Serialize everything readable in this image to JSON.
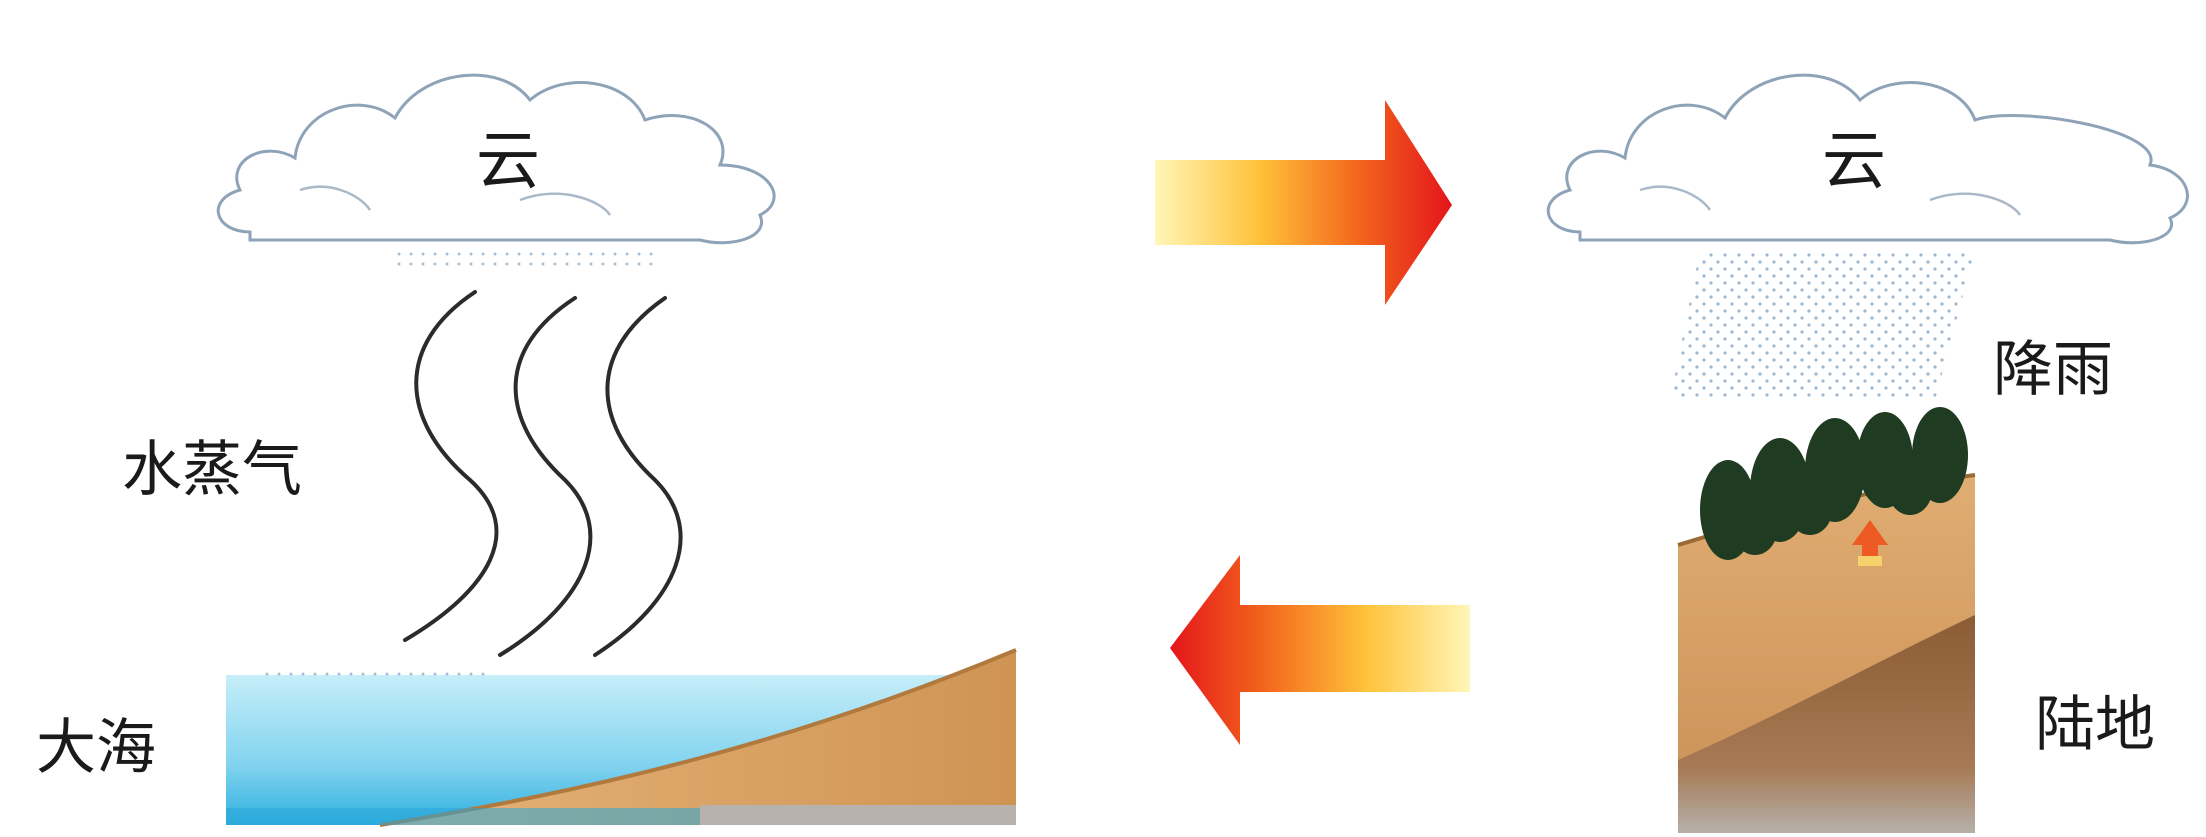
{
  "labels": {
    "cloud_left": "云",
    "cloud_right": "云",
    "water_vapor": "水蒸气",
    "sea": "大海",
    "rain": "降雨",
    "land": "陆地"
  },
  "colors": {
    "cloud_stroke": "#8fa3b8",
    "vapor_line": "#2b2b2b",
    "rain_dots": "#9ab4cc",
    "sea_top": "#b9e8f6",
    "sea_bottom": "#3cb6e3",
    "soil_light": "#d9a46a",
    "soil_dark": "#8a5a34",
    "tree": "#1f3b22",
    "arrow_head": "#e4151c",
    "arrow_tail": "#fff2a8"
  },
  "icons": {
    "arrow_right": "right-arrow-icon",
    "arrow_left": "left-arrow-icon",
    "trees": "tree-icon"
  }
}
